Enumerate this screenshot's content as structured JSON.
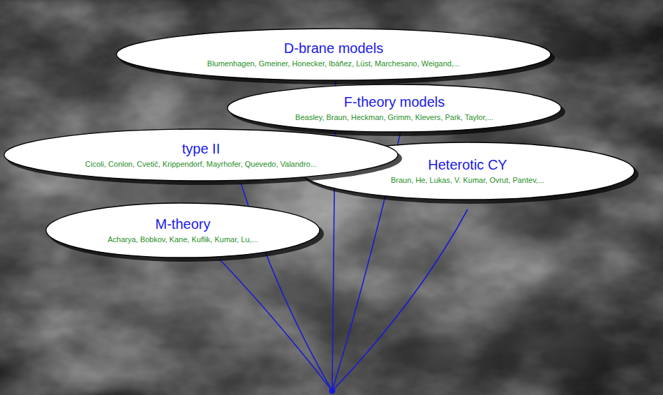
{
  "diagram": {
    "nodes": [
      {
        "text": [
          "D-brane models",
          "Blumenhagen, Gmeiner, Honecker, Ibáñez, Lüst, Marchesano, Weigand,..."
        ]
      },
      {
        "text": [
          "F-theory models",
          "Beasley, Braun, Heckman, Grimm, Klevers, Park, Taylor,..."
        ]
      },
      {
        "text": [
          "type II",
          "Cicoli, Conlon, Cvetič, Krippendorf, Mayrhofer, Quevedo, Valandro..."
        ]
      },
      {
        "text": [
          "Heterotic CY",
          "Braun, He, Lukas, V. Kumar, Ovrut, Pantev,..."
        ]
      },
      {
        "text": [
          "M-theory",
          "Acharya, Bobkov, Kane, Kuflik, Kumar, Lu,..."
        ]
      }
    ]
  }
}
